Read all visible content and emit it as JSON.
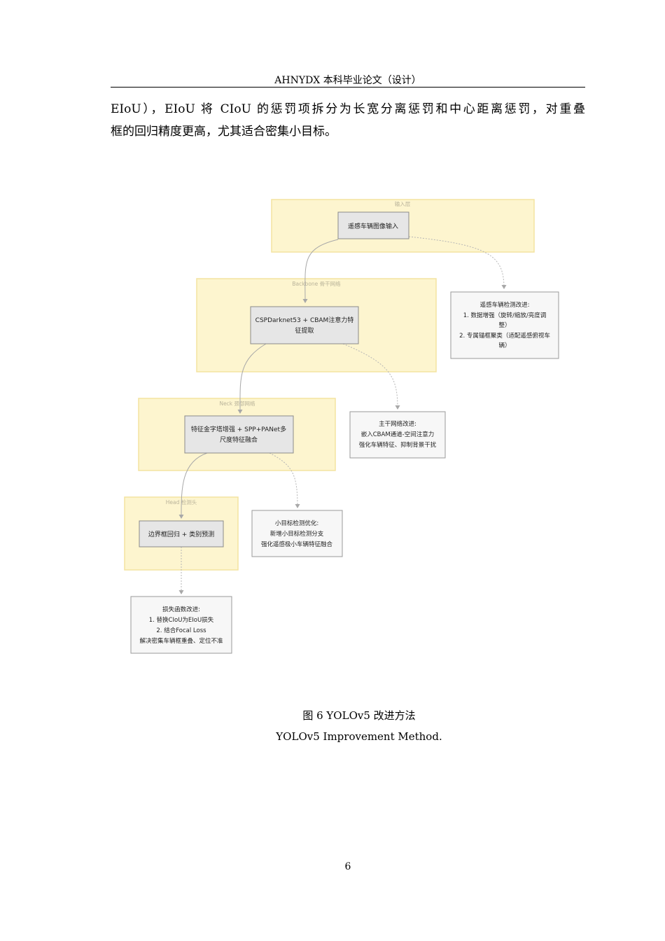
{
  "header": {
    "title": "AHNYDX 本科毕业论文（设计）"
  },
  "body_text": {
    "line1": "EIoU），EIoU 将 CIoU  的惩罚项拆分为长宽分离惩罚和中心距离惩罚，对重叠",
    "line2": "框的回归精度更高，尤其适合密集小目标。"
  },
  "diagram": {
    "groups": [
      {
        "id": "input",
        "label": "输入层"
      },
      {
        "id": "backbone",
        "label": "Backbone 骨干网络"
      },
      {
        "id": "neck",
        "label": "Neck 颈部网络"
      },
      {
        "id": "head",
        "label": "Head 检测头"
      }
    ],
    "nodes": [
      {
        "id": "input",
        "lines": [
          "遥感车辆图像输入"
        ]
      },
      {
        "id": "backbone",
        "lines": [
          "CSPDarknet53 + CBAM注意力特",
          "征提取"
        ]
      },
      {
        "id": "neck",
        "lines": [
          "特征金字塔增强 + SPP+PANet多",
          "尺度特征融合"
        ]
      },
      {
        "id": "head",
        "lines": [
          "边界框回归 + 类别预测"
        ]
      }
    ],
    "annotations": [
      {
        "id": "detect",
        "lines": [
          "遥感车辆检测改进:",
          "1. 数据增强（旋转/缩放/亮度调",
          "整）",
          "2. 专属锚框聚类（适配遥感俯视车",
          "辆）"
        ]
      },
      {
        "id": "backbone-improve",
        "lines": [
          "主干网络改进:",
          "嵌入CBAM通道-空间注意力",
          "强化车辆特征、抑制背景干扰"
        ]
      },
      {
        "id": "small-target",
        "lines": [
          "小目标检测优化:",
          "新增小目标检测分支",
          "强化遥感极小车辆特征融合"
        ]
      },
      {
        "id": "loss",
        "lines": [
          "损失函数改进:",
          "1. 替换CIoU为EIoU损失",
          "2. 结合Focal Loss",
          "解决密集车辆框重叠、定位不准"
        ]
      }
    ],
    "colors": {
      "group_fill": "#fdf5cf",
      "group_stroke": "#f3e3a0",
      "node_fill": "#e6e6e6",
      "node_stroke": "#8a8a8a",
      "annot_fill": "#f7f7f7",
      "edge": "#a8a8a8"
    }
  },
  "caption": {
    "cn": "图 6  YOLOv5 改进方法",
    "en": "YOLOv5 Improvement Method."
  },
  "page_number": "6"
}
